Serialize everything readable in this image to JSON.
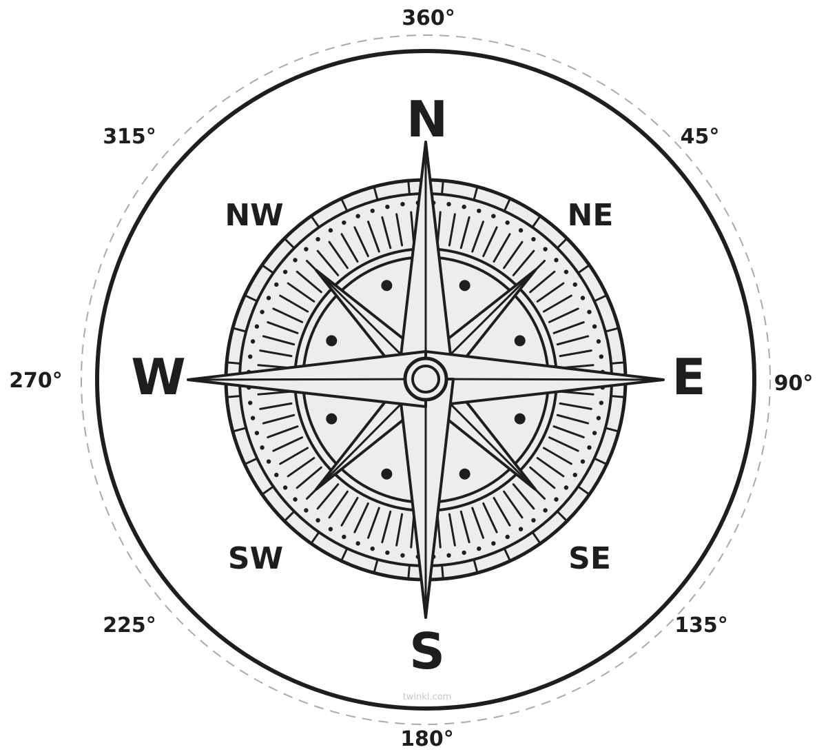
{
  "degrees": {
    "d0": "360°",
    "d45": "45°",
    "d90": "90°",
    "d135": "135°",
    "d180": "180°",
    "d225": "225°",
    "d270": "270°",
    "d315": "315°"
  },
  "cardinals": {
    "n": "N",
    "e": "E",
    "s": "S",
    "w": "W"
  },
  "intercardinals": {
    "ne": "NE",
    "se": "SE",
    "sw": "SW",
    "nw": "NW"
  },
  "watermark": "twinkl.com",
  "colors": {
    "ink": "#1e1e1e",
    "fill": "#ededed",
    "dash": "#aaaaaa"
  }
}
